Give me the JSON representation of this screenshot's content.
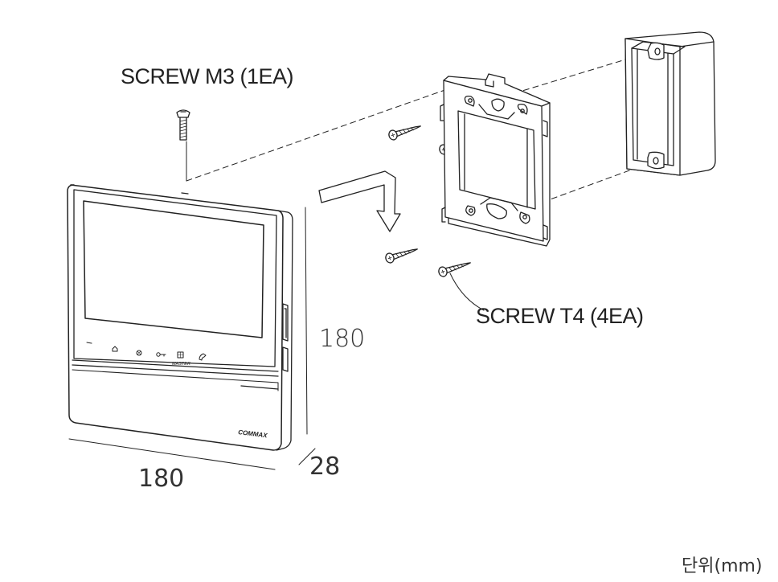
{
  "labels": {
    "screw_m3": "SCREW M3 (1EA)",
    "screw_t4": "SCREW T4 (4EA)",
    "dim_height": "180",
    "dim_width": "180",
    "dim_depth": "28",
    "unit": "단위(mm)"
  },
  "device": {
    "button_label": "MASTER",
    "brand": "COMMAX"
  },
  "colors": {
    "line": "#222222",
    "background": "#ffffff"
  }
}
